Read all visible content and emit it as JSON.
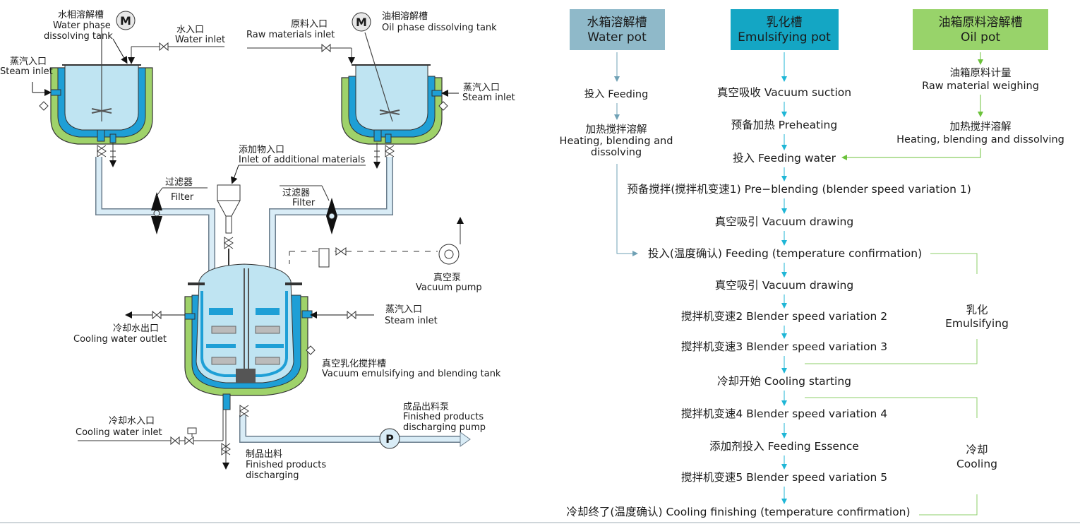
{
  "colors": {
    "water_header": "#8fb9c9",
    "emulsifying_header": "#14a6c4",
    "oil_header": "#98d36a",
    "tank_liquid": "#bfe4f2",
    "jacket_blue": "#1e9fd6",
    "jacket_green": "#9fd26a",
    "pipe_fill": "#d9ecf6",
    "pipe_stroke": "#6a7d8c",
    "arrow_water": "#6fa1b5",
    "arrow_emul": "#1fb6d6",
    "arrow_oil": "#6cc23b",
    "group_line": "#8ccf6a"
  },
  "diagram": {
    "water_tank": {
      "motor": "M",
      "zh": "水相溶解槽",
      "en1": "Water phase",
      "en2": "dissolving tank"
    },
    "oil_tank": {
      "motor": "M",
      "zh": "油相溶解槽",
      "en": "Oil phase dissolving tank"
    },
    "water_inlet": {
      "zh": "水入口",
      "en": "Water inlet"
    },
    "raw_inlet": {
      "zh": "原料入口",
      "en": "Raw materials inlet"
    },
    "steam_left": {
      "zh": "蒸汽入口",
      "en": "Steam inlet"
    },
    "steam_right": {
      "zh": "蒸汽入口",
      "en": "Steam inlet"
    },
    "additive_inlet": {
      "zh": "添加物入口",
      "en": "Inlet of additional materials"
    },
    "filter_left": {
      "zh": "过滤器",
      "en": "Filter"
    },
    "filter_right": {
      "zh": "过滤器",
      "en": "Filter"
    },
    "vacuum_pump": {
      "zh": "真空泵",
      "en": "Vacuum pump"
    },
    "steam_main": {
      "zh": "蒸汽入口",
      "en": "Steam inlet"
    },
    "cooling_outlet": {
      "zh": "冷却水出口",
      "en": "Cooling water outlet"
    },
    "main_tank": {
      "zh": "真空乳化搅拌槽",
      "en": "Vacuum emulsifying and blending tank"
    },
    "discharge_pump": {
      "zh": "成品出料泵",
      "en1": "Finished products",
      "en2": "discharging pump",
      "symbol": "P"
    },
    "cooling_inlet": {
      "zh": "冷却水入口",
      "en": "Cooling water inlet"
    },
    "discharging": {
      "zh": "制品出料",
      "en1": "Finished products",
      "en2": "discharging"
    }
  },
  "flow": {
    "headers": {
      "water": {
        "zh": "水箱溶解槽",
        "en": "Water pot"
      },
      "emulsifying": {
        "zh": "乳化槽",
        "en": "Emulsifying pot"
      },
      "oil": {
        "zh": "油箱原料溶解槽",
        "en": "Oil pot"
      }
    },
    "water_steps": {
      "feeding": "投入 Feeding",
      "heating1": "加热搅拌溶解",
      "heating2": "Heating, blending and",
      "heating3": "dissolving"
    },
    "oil_steps": {
      "weigh_zh": "油箱原料计量",
      "weigh_en": "Raw material weighing",
      "heat_zh": "加热搅拌溶解",
      "heat_en": "Heating, blending and dissolving"
    },
    "main_steps": [
      "真空吸收 Vacuum suction",
      "预备加热 Preheating",
      "投入 Feeding water",
      "预备搅拌(搅拌机变速1) Pre−blending (blender speed variation 1)",
      "真空吸引 Vacuum drawing",
      "投入(温度确认) Feeding (temperature confirmation)",
      "真空吸引 Vacuum drawing",
      "搅拌机变速2 Blender speed variation 2",
      "搅拌机变速3 Blender speed variation 3",
      "冷却开始 Cooling starting",
      "搅拌机变速4 Blender speed variation 4",
      "添加剂投入 Feeding Essence",
      "搅拌机变速5 Blender speed variation 5",
      "冷却终了(温度确认) Cooling finishing (temperature confirmation)"
    ],
    "groups": {
      "emulsifying": {
        "zh": "乳化",
        "en": "Emulsifying"
      },
      "cooling": {
        "zh": "冷却",
        "en": "Cooling"
      }
    }
  }
}
